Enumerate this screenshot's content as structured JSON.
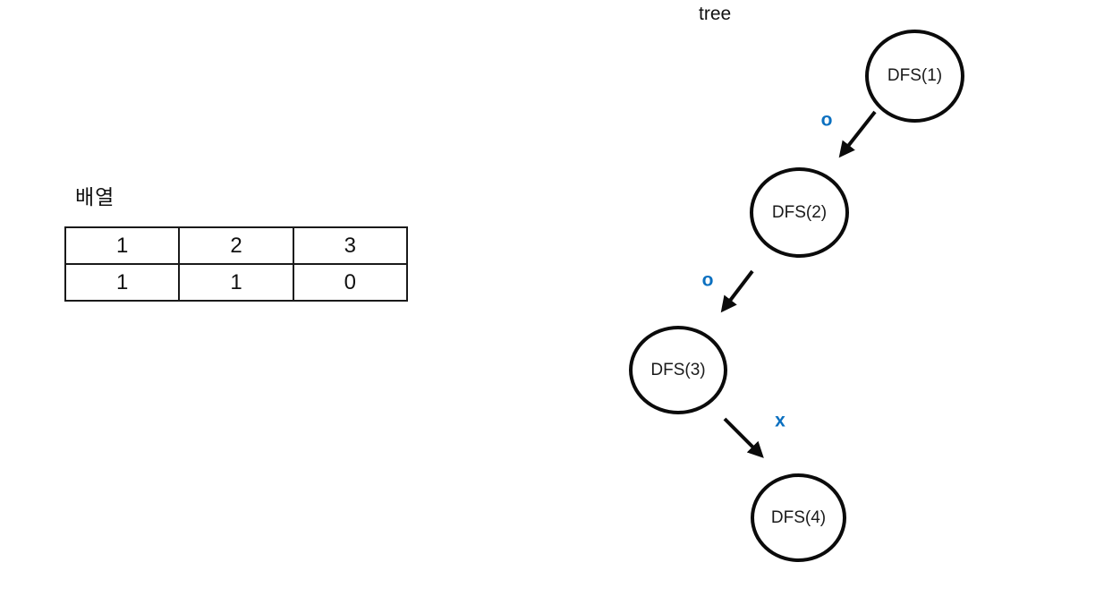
{
  "colors": {
    "edge_label_blue": "#0b70c0",
    "stroke_black": "#0b0b0b",
    "background": "#ffffff"
  },
  "array": {
    "label": "배열",
    "rows": [
      [
        "1",
        "2",
        "3"
      ],
      [
        "1",
        "1",
        "0"
      ]
    ]
  },
  "tree": {
    "title": "tree",
    "nodes": [
      {
        "label": "DFS(1)"
      },
      {
        "label": "DFS(2)"
      },
      {
        "label": "DFS(3)"
      },
      {
        "label": "DFS(4)"
      }
    ],
    "edges": [
      {
        "from": "DFS(1)",
        "to": "DFS(2)",
        "label": "o"
      },
      {
        "from": "DFS(2)",
        "to": "DFS(3)",
        "label": "o"
      },
      {
        "from": "DFS(3)",
        "to": "DFS(4)",
        "label": "x"
      }
    ]
  }
}
